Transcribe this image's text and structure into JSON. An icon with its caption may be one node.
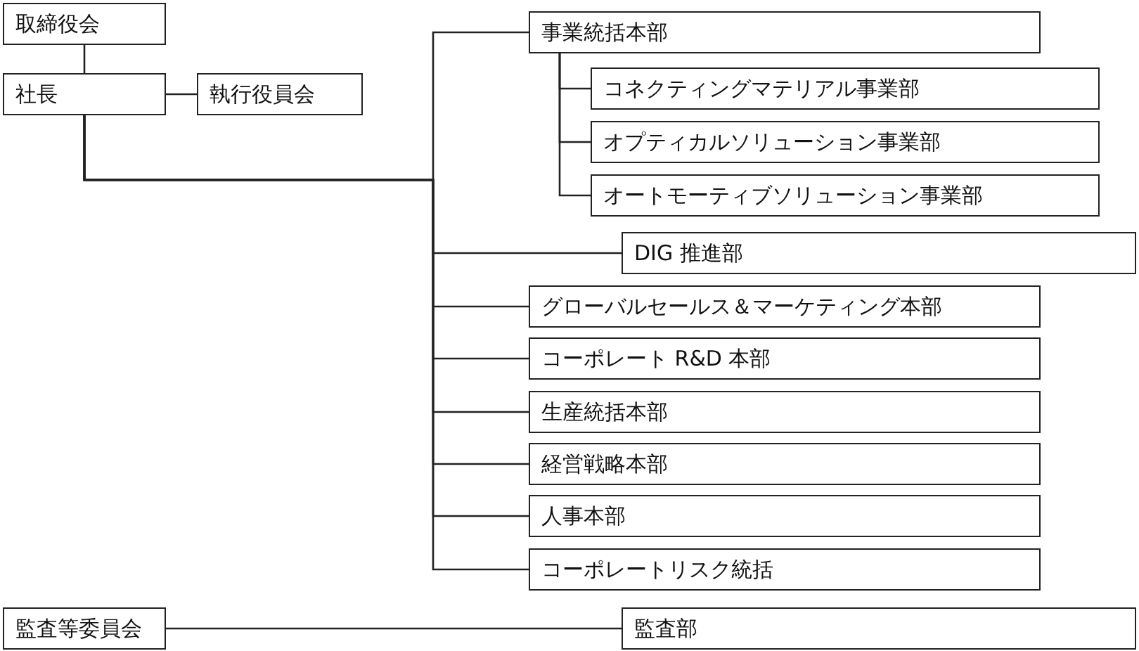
{
  "diagram": {
    "nodes": [
      {
        "text": [
          "取締役会"
        ]
      },
      {
        "text": [
          "社長"
        ]
      },
      {
        "text": [
          "執行役員会"
        ]
      },
      {
        "text": [
          "事業統括本部"
        ]
      },
      {
        "text": [
          "コネクティングマテリアル事業部"
        ]
      },
      {
        "text": [
          "オプティカルソリューション事業部"
        ]
      },
      {
        "text": [
          "オートモーティブソリューション事業部"
        ]
      },
      {
        "text": [
          "DIG 推進部"
        ]
      },
      {
        "text": [
          "グローバルセールス＆マーケティング本部"
        ]
      },
      {
        "text": [
          "コーポレート R&D 本部"
        ]
      },
      {
        "text": [
          "生産統括本部"
        ]
      },
      {
        "text": [
          "経営戦略本部"
        ]
      },
      {
        "text": [
          "人事本部"
        ]
      },
      {
        "text": [
          "コーポレートリスク統括"
        ]
      },
      {
        "text": [
          "監査等委員会"
        ]
      },
      {
        "text": [
          "監査部"
        ]
      }
    ],
    "edges": [
      {
        "from": 0,
        "to": 1,
        "arrow": "none"
      },
      {
        "from": 1,
        "to": 2,
        "arrow": "none"
      },
      {
        "from": 1,
        "to": 3,
        "arrow": "none"
      },
      {
        "from": 3,
        "to": 4,
        "arrow": "none"
      },
      {
        "from": 3,
        "to": 5,
        "arrow": "none"
      },
      {
        "from": 3,
        "to": 6,
        "arrow": "none"
      },
      {
        "from": 1,
        "to": 7,
        "arrow": "none"
      },
      {
        "from": 1,
        "to": 8,
        "arrow": "none"
      },
      {
        "from": 1,
        "to": 9,
        "arrow": "none"
      },
      {
        "from": 1,
        "to": 10,
        "arrow": "none"
      },
      {
        "from": 1,
        "to": 11,
        "arrow": "none"
      },
      {
        "from": 1,
        "to": 12,
        "arrow": "none"
      },
      {
        "from": 1,
        "to": 13,
        "arrow": "none"
      },
      {
        "from": 14,
        "to": 15,
        "arrow": "none"
      }
    ]
  }
}
